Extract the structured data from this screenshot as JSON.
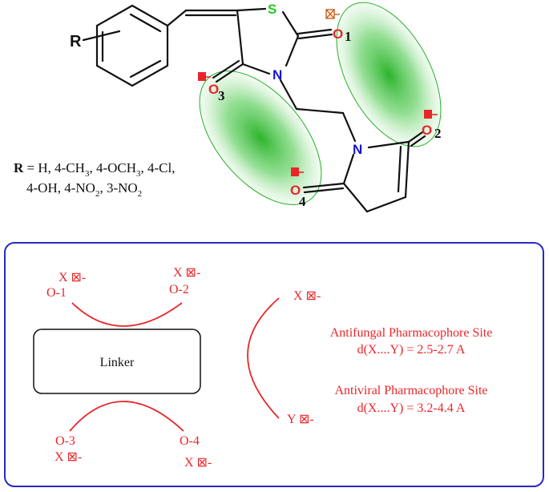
{
  "structure": {
    "substituent_label": "R",
    "atoms": {
      "sulfur": "S",
      "nitrogen_ring": "N",
      "nitrogen_maleimide": "N",
      "o1": "O",
      "o2": "O",
      "o3": "O",
      "o4": "O"
    },
    "oxygen_numbers": {
      "o1": "1",
      "o2": "2",
      "o3": "3",
      "o4": "4"
    },
    "r_definition": {
      "line1_bold": "R",
      "line1_rest": " = H, 4-CH",
      "line1_sub1": "3",
      "line1_mid": ", 4-OCH",
      "line1_sub2": "3",
      "line1_end": ", 4-Cl,",
      "line2_a": "4-OH,  4-NO",
      "line2_sub1": "2",
      "line2_b": ", 3-NO",
      "line2_sub2": "2"
    }
  },
  "pharmacophore_panel": {
    "x_o1_top": "X ⊠-",
    "x_o1_bottom": "O-1",
    "x_o2_top": "X ⊠-",
    "x_o2_bottom": "O-2",
    "linker_label": "Linker",
    "x_o3_top": "O-3",
    "x_o3_bottom": "X ⊠-",
    "x_o4_top": "O-4",
    "x_o4_bottom": "X ⊠-",
    "bracket_top": "X ⊠-",
    "bracket_bottom": "Y ⊠-",
    "antifungal_title": "Antifungal Pharmacophore Site",
    "antifungal_distance": "d(X....Y) = 2.5-2.7 A",
    "antiviral_title": "Antiviral Pharmacophore Site",
    "antiviral_distance": "d(X....Y) = 3.2-4.4 A"
  },
  "colors": {
    "bond": "#111111",
    "sulfur": "#22cc22",
    "nitrogen": "#1515cc",
    "oxygen": "#e8262a",
    "highlight": "#22b022",
    "panel_border": "#2828c8"
  }
}
